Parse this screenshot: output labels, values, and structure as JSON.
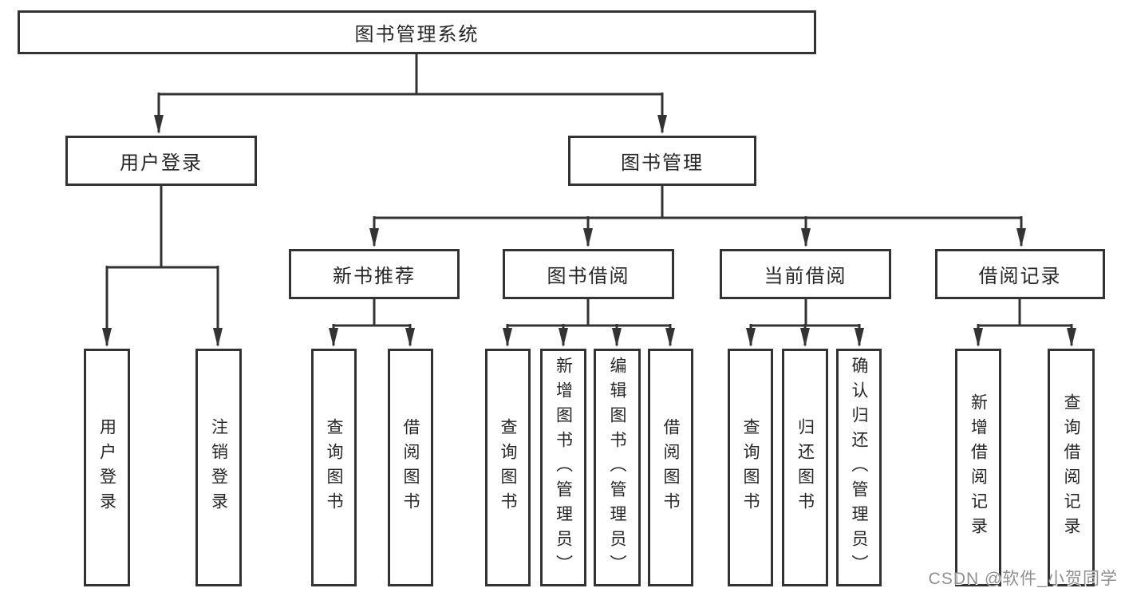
{
  "diagram": {
    "title": "图书管理系统",
    "colors": {
      "line": "#333333",
      "text": "#262626",
      "box_background": "#ffffff",
      "watermark": "#8f8f8f"
    },
    "nodes": {
      "root": {
        "label": "图书管理系统"
      },
      "user_login": {
        "label": "用户登录"
      },
      "book_management": {
        "label": "图书管理"
      },
      "new_book_recommend": {
        "label": "新书推荐"
      },
      "book_borrow": {
        "label": "图书借阅"
      },
      "current_borrow": {
        "label": "当前借阅"
      },
      "borrow_records": {
        "label": "借阅记录"
      },
      "leaf_user_login": {
        "label": "用户登录"
      },
      "leaf_logout": {
        "label": "注销登录"
      },
      "leaf_nbr_query_books": {
        "label": "查询图书"
      },
      "leaf_nbr_borrow_books": {
        "label": "借阅图书"
      },
      "leaf_bb_query_books": {
        "label": "查询图书"
      },
      "leaf_bb_add_books": {
        "label": "新增图书（管理员）"
      },
      "leaf_bb_edit_books": {
        "label": "编辑图书（管理员）"
      },
      "leaf_bb_borrow_books": {
        "label": "借阅图书"
      },
      "leaf_cb_query_books": {
        "label": "查询图书"
      },
      "leaf_cb_return_books": {
        "label": "归还图书"
      },
      "leaf_cb_confirm_return": {
        "label": "确认归还（管理员）"
      },
      "leaf_br_add_record": {
        "label": "新增借阅记录"
      },
      "leaf_br_query_record": {
        "label": "查询借阅记录"
      }
    },
    "hierarchy": [
      {
        "parent": "图书管理系统",
        "children": [
          "用户登录",
          "图书管理"
        ]
      },
      {
        "parent": "用户登录",
        "children": [
          "用户登录",
          "注销登录"
        ]
      },
      {
        "parent": "图书管理",
        "children": [
          "新书推荐",
          "图书借阅",
          "当前借阅",
          "借阅记录"
        ]
      },
      {
        "parent": "新书推荐",
        "children": [
          "查询图书",
          "借阅图书"
        ]
      },
      {
        "parent": "图书借阅",
        "children": [
          "查询图书",
          "新增图书（管理员）",
          "编辑图书（管理员）",
          "借阅图书"
        ]
      },
      {
        "parent": "当前借阅",
        "children": [
          "查询图书",
          "归还图书",
          "确认归还（管理员）"
        ]
      },
      {
        "parent": "借阅记录",
        "children": [
          "新增借阅记录",
          "查询借阅记录"
        ]
      }
    ],
    "watermark": "CSDN @软件_小贺同学"
  }
}
